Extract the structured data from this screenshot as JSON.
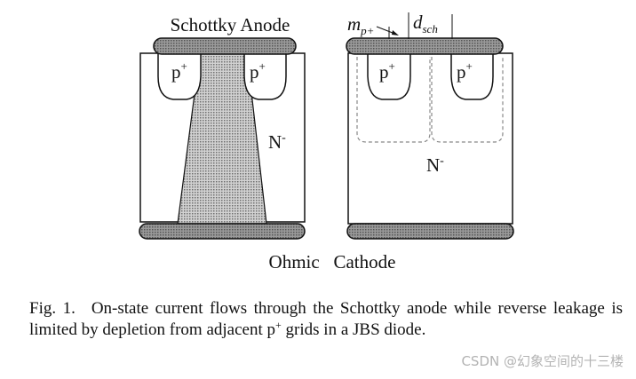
{
  "left_device": {
    "anode_label": "Schottky Anode",
    "p_left": "p",
    "p_right": "p",
    "p_sup": "+",
    "n_label": "N",
    "n_sup": "-"
  },
  "right_device": {
    "m_label": "m",
    "m_sub": "p+",
    "d_label": "d",
    "d_sub": "sch",
    "p_left": "p",
    "p_right": "p",
    "p_sup": "+",
    "n_label": "N",
    "n_sup": "-"
  },
  "cathode_label": "Ohmic   Cathode",
  "caption": {
    "fig_label": "Fig. 1.",
    "text_before_sup": "On-state current flows through the Schottky anode while reverse leakage is limited by depletion from adjacent p",
    "sup": "+",
    "text_after_sup": " grids in a JBS diode."
  },
  "watermark": "CSDN @幻象空间的十三楼",
  "colors": {
    "contact_fill": "#8a8a8a",
    "current_fill": "#bdbdbd",
    "outline": "#111111",
    "depletion_dash": "#888888"
  }
}
